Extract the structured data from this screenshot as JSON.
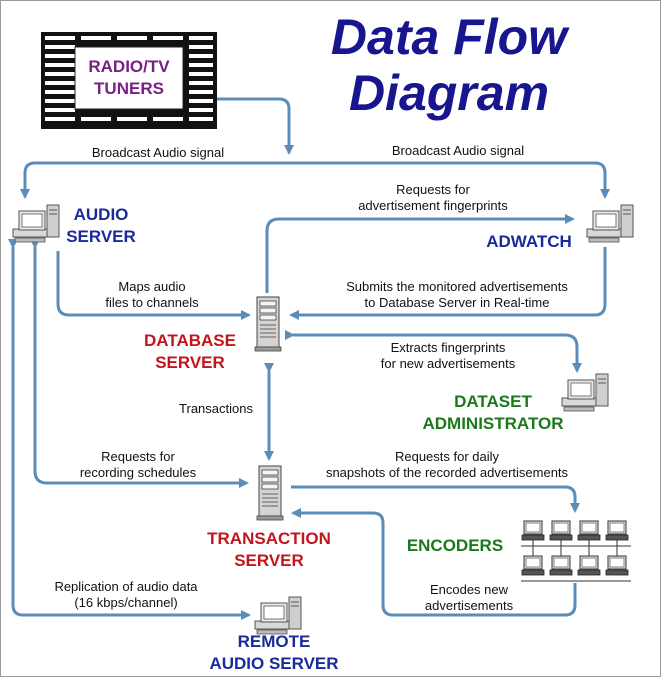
{
  "title": {
    "line1": "Data Flow",
    "line2": "Diagram"
  },
  "colors": {
    "blue_node": "#1a2a9c",
    "red_node": "#c0161c",
    "green_node": "#1a7a1a",
    "purple_node": "#7a1f83",
    "arrow": "#5b8db8",
    "title": "#17168f"
  },
  "nodes": {
    "tuners": {
      "line1": "RADIO/TV",
      "line2": "TUNERS"
    },
    "audio_server": {
      "line1": "AUDIO",
      "line2": "SERVER"
    },
    "adwatch": {
      "line1": "ADWATCH"
    },
    "database_server": {
      "line1": "DATABASE",
      "line2": "SERVER"
    },
    "dataset_admin": {
      "line1": "DATASET",
      "line2": "ADMINISTRATOR"
    },
    "transaction_server": {
      "line1": "TRANSACTION",
      "line2": "SERVER"
    },
    "encoders": {
      "line1": "ENCODERS"
    },
    "remote_audio_server": {
      "line1": "REMOTE",
      "line2": "AUDIO SERVER"
    }
  },
  "flows": {
    "broadcast_left": {
      "line1": "Broadcast Audio signal"
    },
    "broadcast_right": {
      "line1": "Broadcast Audio signal"
    },
    "fingerprint_requests": {
      "line1": "Requests for",
      "line2": "advertisement fingerprints"
    },
    "maps_audio": {
      "line1": "Maps audio",
      "line2": "files to channels"
    },
    "submits_ads": {
      "line1": "Submits the monitored advertisements",
      "line2": "to Database Server in Real-time"
    },
    "extracts": {
      "line1": "Extracts fingerprints",
      "line2": "for new advertisements"
    },
    "transactions": {
      "line1": "Transactions"
    },
    "recording_requests": {
      "line1": "Requests for",
      "line2": "recording schedules"
    },
    "snapshot_requests": {
      "line1": "Requests for daily",
      "line2": "snapshots of the recorded advertisements"
    },
    "replication": {
      "line1": "Replication of audio data",
      "line2": "(16 kbps/channel)"
    },
    "encodes": {
      "line1": "Encodes new",
      "line2": "advertisements"
    }
  }
}
